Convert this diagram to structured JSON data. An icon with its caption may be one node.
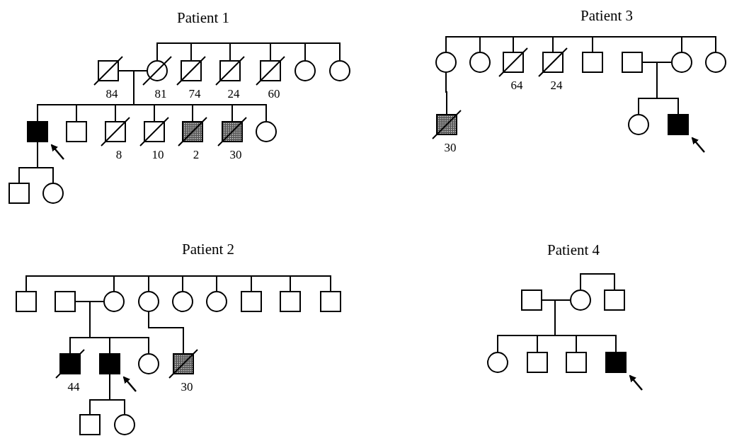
{
  "diagram": {
    "nodes": [
      {
        "text": [],
        "shape": "box",
        "beside": [
          "84"
        ]
      },
      {
        "text": [],
        "shape": "circle",
        "beside": [
          "81"
        ]
      },
      {
        "text": [],
        "shape": "box",
        "beside": [
          "74"
        ]
      },
      {
        "text": [],
        "shape": "box",
        "beside": [
          "24"
        ]
      },
      {
        "text": [],
        "shape": "box",
        "beside": [
          "60"
        ]
      },
      {
        "text": [],
        "shape": "circle"
      },
      {
        "text": [],
        "shape": "circle"
      },
      {
        "text": [],
        "shape": "box"
      },
      {
        "text": [],
        "shape": "box"
      },
      {
        "text": [],
        "shape": "box",
        "beside": [
          "8"
        ]
      },
      {
        "text": [],
        "shape": "box",
        "beside": [
          "10"
        ]
      },
      {
        "text": [],
        "shape": "box",
        "beside": [
          "2"
        ]
      },
      {
        "text": [],
        "shape": "box",
        "beside": [
          "30"
        ]
      },
      {
        "text": [],
        "shape": "circle"
      },
      {
        "text": [],
        "shape": "box"
      },
      {
        "text": [],
        "shape": "circle"
      },
      {
        "text": [],
        "shape": "circle"
      },
      {
        "text": [],
        "shape": "circle"
      },
      {
        "text": [],
        "shape": "box",
        "beside": [
          "64"
        ]
      },
      {
        "text": [],
        "shape": "box",
        "beside": [
          "24"
        ]
      },
      {
        "text": [],
        "shape": "box"
      },
      {
        "text": [],
        "shape": "box"
      },
      {
        "text": [],
        "shape": "circle"
      },
      {
        "text": [],
        "shape": "circle"
      },
      {
        "text": [],
        "shape": "box",
        "beside": [
          "30"
        ]
      },
      {
        "text": [],
        "shape": "circle"
      },
      {
        "text": [],
        "shape": "box"
      },
      {
        "text": [],
        "shape": "box"
      },
      {
        "text": [],
        "shape": "box"
      },
      {
        "text": [],
        "shape": "circle"
      },
      {
        "text": [],
        "shape": "circle"
      },
      {
        "text": [],
        "shape": "circle"
      },
      {
        "text": [],
        "shape": "circle"
      },
      {
        "text": [],
        "shape": "box"
      },
      {
        "text": [],
        "shape": "box"
      },
      {
        "text": [],
        "shape": "box"
      },
      {
        "text": [],
        "shape": "box",
        "beside": [
          "44"
        ]
      },
      {
        "text": [],
        "shape": "box"
      },
      {
        "text": [],
        "shape": "circle"
      },
      {
        "text": [],
        "shape": "box",
        "beside": [
          "30"
        ]
      },
      {
        "text": [],
        "shape": "box"
      },
      {
        "text": [],
        "shape": "circle"
      },
      {
        "text": [],
        "shape": "box"
      },
      {
        "text": [],
        "shape": "circle"
      },
      {
        "text": [],
        "shape": "box"
      },
      {
        "text": [],
        "shape": "circle"
      },
      {
        "text": [],
        "shape": "box"
      },
      {
        "text": [],
        "shape": "box"
      },
      {
        "text": [],
        "shape": "box"
      }
    ],
    "edges": [
      {
        "from": 0,
        "to": 1,
        "arrow": "none"
      },
      {
        "from": 1,
        "to": 2,
        "arrow": "none"
      },
      {
        "from": 2,
        "to": 3,
        "arrow": "none"
      },
      {
        "from": 3,
        "to": 4,
        "arrow": "none"
      },
      {
        "from": 4,
        "to": 5,
        "arrow": "none"
      },
      {
        "from": 5,
        "to": 6,
        "arrow": "none"
      },
      {
        "from": 0,
        "to": 7,
        "arrow": "none"
      },
      {
        "from": 0,
        "to": 8,
        "arrow": "none"
      },
      {
        "from": 0,
        "to": 9,
        "arrow": "none"
      },
      {
        "from": 0,
        "to": 10,
        "arrow": "none"
      },
      {
        "from": 0,
        "to": 11,
        "arrow": "none"
      },
      {
        "from": 0,
        "to": 12,
        "arrow": "none"
      },
      {
        "from": 0,
        "to": 13,
        "arrow": "none"
      },
      {
        "from": 7,
        "to": 14,
        "arrow": "none"
      },
      {
        "from": 7,
        "to": 15,
        "arrow": "none"
      },
      {
        "from": null,
        "to": 7,
        "arrow": "to"
      },
      {
        "from": 16,
        "to": 17,
        "arrow": "none"
      },
      {
        "from": 17,
        "to": 18,
        "arrow": "none"
      },
      {
        "from": 18,
        "to": 19,
        "arrow": "none"
      },
      {
        "from": 19,
        "to": 20,
        "arrow": "none"
      },
      {
        "from": 20,
        "to": 22,
        "arrow": "none"
      },
      {
        "from": 22,
        "to": 23,
        "arrow": "none"
      },
      {
        "from": 21,
        "to": 22,
        "arrow": "none"
      },
      {
        "from": 21,
        "to": 25,
        "arrow": "none"
      },
      {
        "from": 21,
        "to": 26,
        "arrow": "none"
      },
      {
        "from": 16,
        "to": 24,
        "arrow": "none"
      },
      {
        "from": null,
        "to": 26,
        "arrow": "to"
      },
      {
        "from": 27,
        "to": 29,
        "arrow": "none"
      },
      {
        "from": 29,
        "to": 30,
        "arrow": "none"
      },
      {
        "from": 30,
        "to": 31,
        "arrow": "none"
      },
      {
        "from": 31,
        "to": 32,
        "arrow": "none"
      },
      {
        "from": 32,
        "to": 33,
        "arrow": "none"
      },
      {
        "from": 33,
        "to": 34,
        "arrow": "none"
      },
      {
        "from": 34,
        "to": 35,
        "arrow": "none"
      },
      {
        "from": 28,
        "to": 29,
        "arrow": "none"
      },
      {
        "from": 28,
        "to": 36,
        "arrow": "none"
      },
      {
        "from": 28,
        "to": 37,
        "arrow": "none"
      },
      {
        "from": 28,
        "to": 38,
        "arrow": "none"
      },
      {
        "from": 30,
        "to": 39,
        "arrow": "none"
      },
      {
        "from": 37,
        "to": 40,
        "arrow": "none"
      },
      {
        "from": 37,
        "to": 41,
        "arrow": "none"
      },
      {
        "from": null,
        "to": 37,
        "arrow": "to"
      },
      {
        "from": 43,
        "to": 44,
        "arrow": "none"
      },
      {
        "from": 42,
        "to": 43,
        "arrow": "none"
      },
      {
        "from": 42,
        "to": 45,
        "arrow": "none"
      },
      {
        "from": 42,
        "to": 46,
        "arrow": "none"
      },
      {
        "from": 42,
        "to": 47,
        "arrow": "none"
      },
      {
        "from": 42,
        "to": 48,
        "arrow": "none"
      },
      {
        "from": null,
        "to": 48,
        "arrow": "to"
      }
    ],
    "labels": [
      "Patient 1",
      "Patient 3",
      "Patient 2",
      "Patient 4"
    ]
  }
}
